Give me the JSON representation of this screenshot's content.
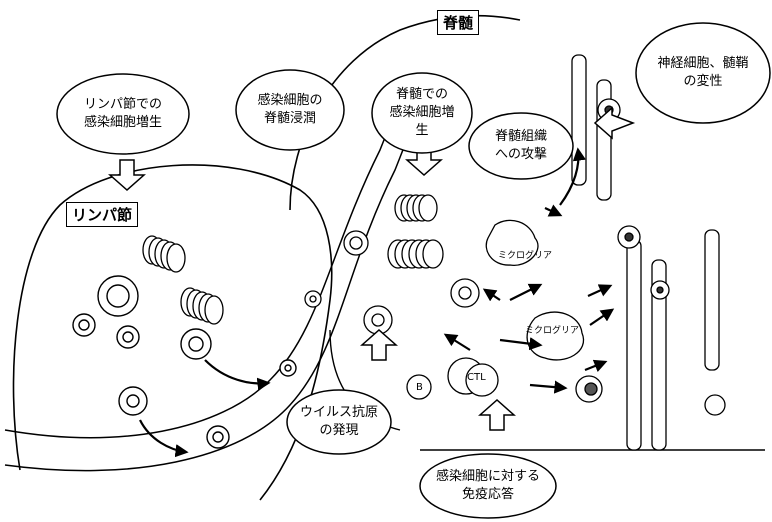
{
  "regions": {
    "lymph_node": "リンパ節",
    "spinal_cord": "脊髄"
  },
  "callouts": {
    "lymph_proliferation": [
      "リンパ節での",
      "感染細胞増生"
    ],
    "infiltration": [
      "感染細胞の",
      "脊髄浸潤"
    ],
    "spinal_proliferation": [
      "脊髄での",
      "感染細胞増",
      "生"
    ],
    "attack": [
      "脊髄組織",
      "への攻撃"
    ],
    "degeneration": [
      "神経細胞、髄鞘",
      "の変性"
    ],
    "antigen_expression": [
      "ウイルス抗原",
      "の発現"
    ],
    "immune_response": [
      "感染細胞に対する",
      "免疫応答"
    ]
  },
  "cell_labels": {
    "microglia_1": "ミクログリア",
    "microglia_2": "ミクログリア",
    "ctl": "CTL",
    "b_cell": "B"
  }
}
